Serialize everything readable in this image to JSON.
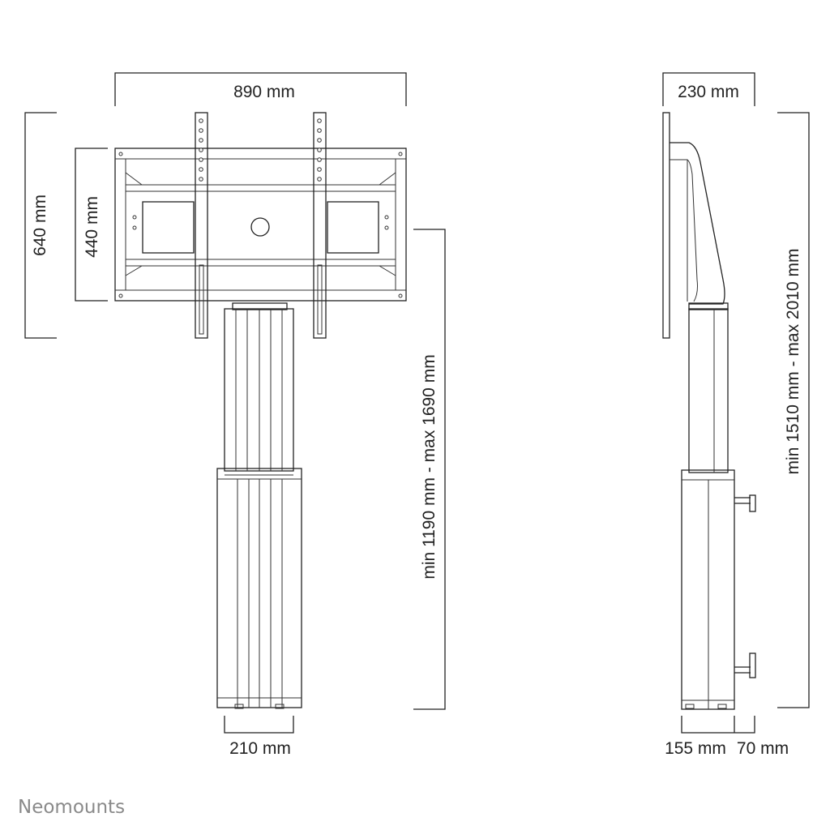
{
  "dimensions": {
    "front_width": "890 mm",
    "front_height_outer": "640 mm",
    "front_height_inner": "440 mm",
    "front_height_range": "min 1190 mm - max 1690 mm",
    "column_width": "210 mm",
    "side_depth": "230 mm",
    "side_height_range": "min 1510 mm - max 2010 mm",
    "base_depth": "155 mm",
    "base_offset": "70 mm"
  },
  "brand": {
    "logo_text": "Neomounts"
  },
  "colors": {
    "line": "#222222",
    "brand": "#8a8a8a"
  }
}
